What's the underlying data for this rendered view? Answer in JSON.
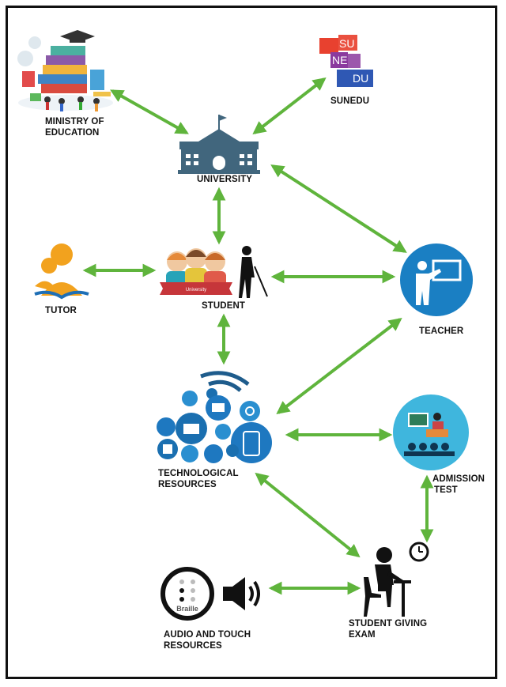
{
  "nodes": {
    "ministry": {
      "label_line1": "MINISTRY OF",
      "label_line2": "EDUCATION"
    },
    "sunedu": {
      "label": "SUNEDU",
      "logo_lines": [
        "SU",
        "NE",
        "DU"
      ]
    },
    "university": {
      "label": "UNIVERSITY"
    },
    "tutor": {
      "label": "TUTOR"
    },
    "student": {
      "label": "STUDENT",
      "banner_text": "University"
    },
    "teacher": {
      "label": "TEACHER"
    },
    "tech": {
      "label_line1": "TECHNOLOGICAL",
      "label_line2": "RESOURCES"
    },
    "admission": {
      "label_line1": "ADMISSION",
      "label_line2": "TEST"
    },
    "audio": {
      "label_line1": "AUDIO AND TOUCH",
      "label_line2": "RESOURCES",
      "braille_text": "Braille"
    },
    "exam": {
      "label_line1": "STUDENT GIVING",
      "label_line2": "EXAM"
    }
  },
  "colors": {
    "arrow": "#5fb43c",
    "university": "#41667d",
    "teacher": "#1a7fc3",
    "tech": "#1e78c0",
    "sunedu_red": "#e8412f",
    "sunedu_purple": "#8b3a9e",
    "sunedu_blue": "#2f58b4",
    "tutor": "#f2a21e"
  }
}
